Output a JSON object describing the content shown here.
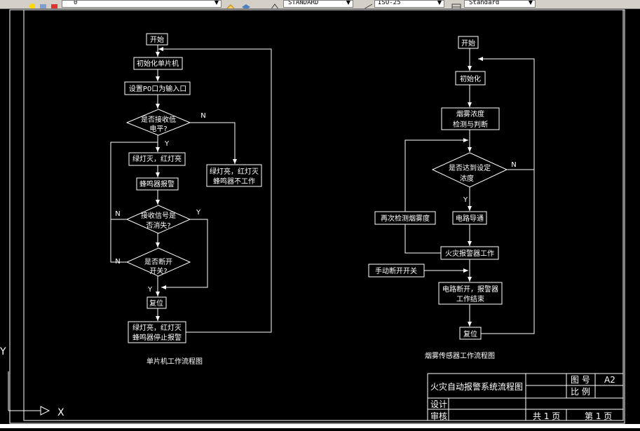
{
  "toolbar": {
    "layer_value": "0",
    "text_style": "STANDARD",
    "dim_style": "ISO-25",
    "table_style": "Standard"
  },
  "flow1": {
    "start": "开始",
    "init_mcu": "初始化单片机",
    "set_p0": "设置P0口为输入口",
    "d1_line1": "是否接收低",
    "d1_line2": "电平?",
    "d1_no": "N",
    "d1_yes": "Y",
    "green_off_red_on": "绿灯灭，红灯亮",
    "buzzer_alarm": "蜂鸣器报警",
    "right_box_line1": "绿灯亮，红灯灭",
    "right_box_line2": "蜂鸣器不工作",
    "d2_line1": "接收信号是",
    "d2_line2": "否消失?",
    "d2_no": "N",
    "d2_yes": "Y",
    "d3_line1": "是否断开",
    "d3_line2": "开关?",
    "d3_no": "N",
    "d3_yes": "Y",
    "reset": "复位",
    "final_line1": "绿灯亮，红灯灭",
    "final_line2": "蜂鸣器停止报警",
    "caption": "单片机工作流程图"
  },
  "flow2": {
    "start": "开始",
    "init": "初始化",
    "measure_line1": "烟雾浓度",
    "measure_line2": "检测与判断",
    "d_line1": "是否达到设定",
    "d_line2": "浓度",
    "d_no": "N",
    "d_yes": "Y",
    "recheck": "再次检测烟雾度",
    "circuit": "电路导通",
    "alarm_work": "火灾报警器工作",
    "manual": "手动断开开关",
    "end_line1": "电路断开，报警器",
    "end_line2": "工作结束",
    "reset": "复位",
    "caption": "烟雾传感器工作流程图"
  },
  "title_block": {
    "title": "火灾自动报警系统流程图",
    "drawing_no_label": "图 号",
    "drawing_no": "A2",
    "scale_label": "比 例",
    "design_label": "设计",
    "review_label": "审核",
    "total_pages": "共 1 页",
    "page": "第 1 页"
  },
  "ucs": {
    "x": "X",
    "y": "Y"
  }
}
